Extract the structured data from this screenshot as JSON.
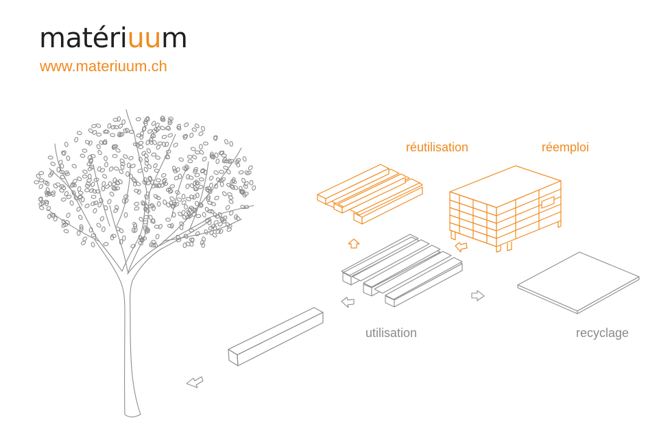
{
  "brand": {
    "name_part1": "matéri",
    "name_part2": "uu",
    "name_part3": "m",
    "url": "www.materiuum.ch"
  },
  "diagram": {
    "labels": {
      "reutilisation": "réutilisation",
      "reemploi": "réemploi",
      "utilisation": "utilisation",
      "recyclage": "recyclage"
    }
  },
  "colors": {
    "accent": "#f08a1e",
    "line": "#8c8c8c",
    "label_grey": "#8a8a8a",
    "logo_dark": "#1f1f1f"
  }
}
